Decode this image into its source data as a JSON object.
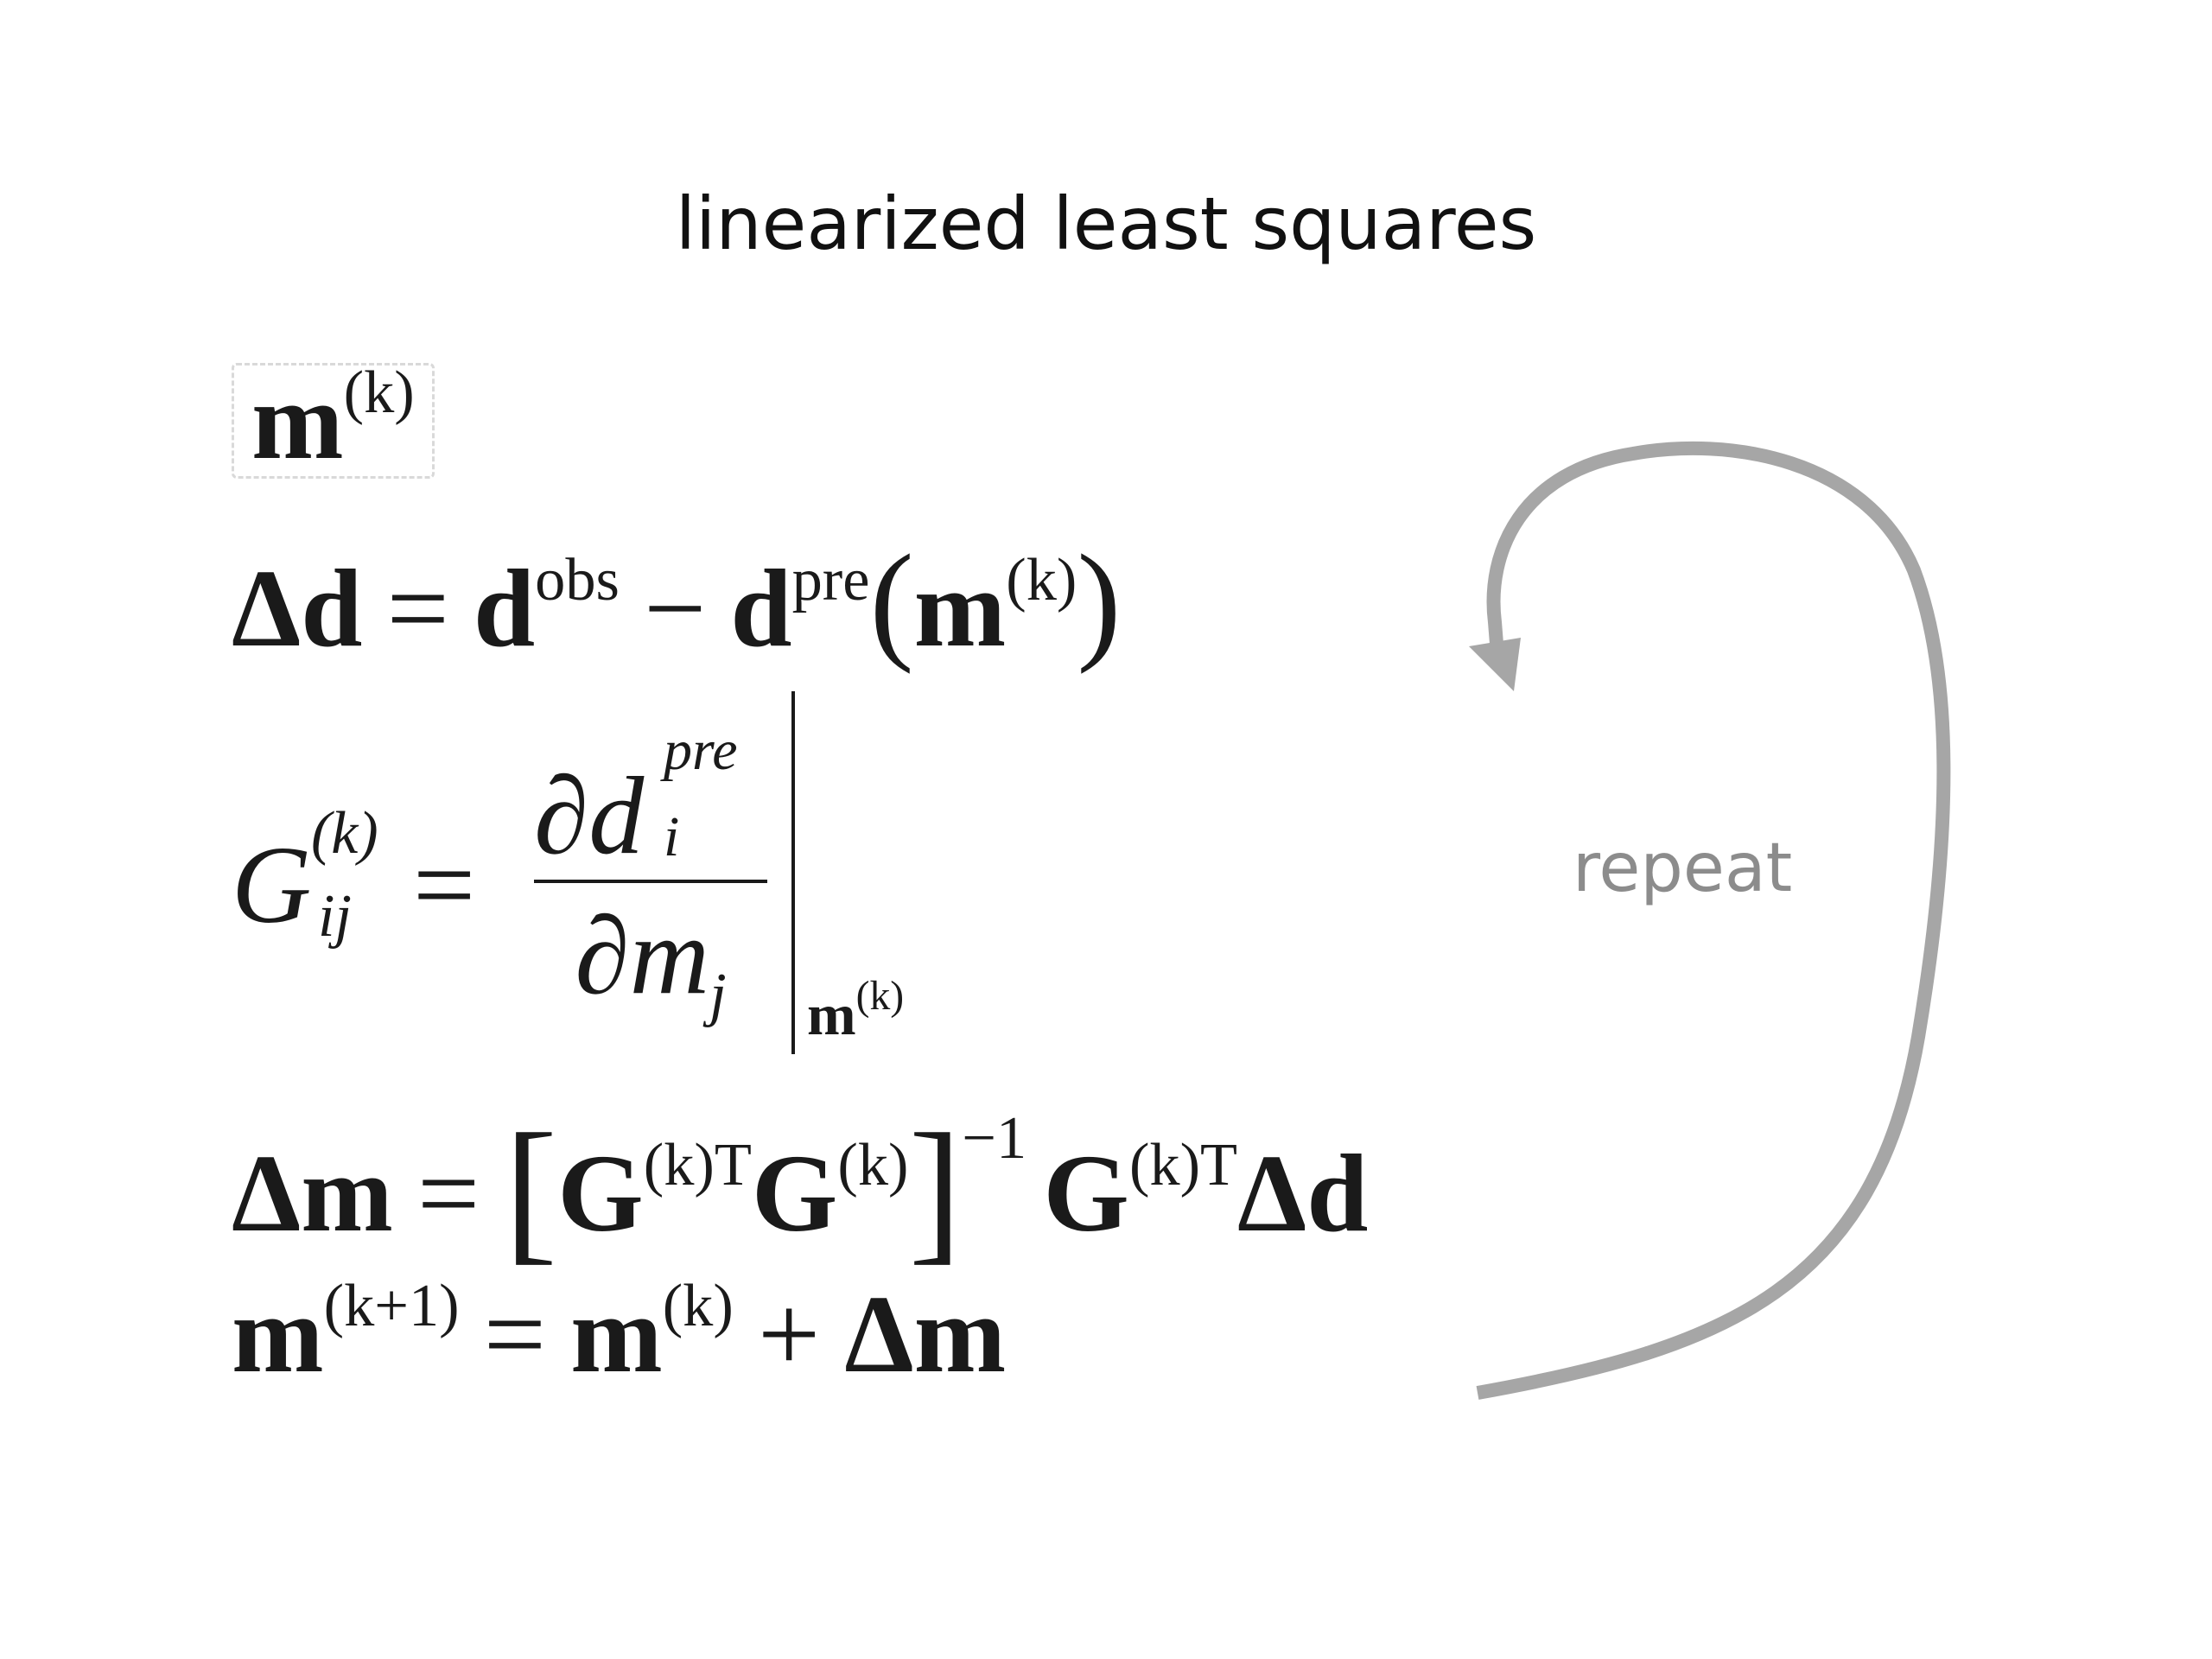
{
  "title": "linearized least squares",
  "annotation": {
    "label": "repeat",
    "color": "#a6a6a6"
  },
  "equations": {
    "initial_model": {
      "sym": "m",
      "sup": "(k)"
    },
    "data_residual": {
      "lhs": "Δd",
      "eq": "=",
      "d": "d",
      "obs": "obs",
      "minus": "−",
      "pre": "pre",
      "lparen": "(",
      "m": "m",
      "k": "(k)",
      "rparen": ")"
    },
    "jacobian": {
      "G": "G",
      "k": "(k)",
      "ij": "ij",
      "eq": "=",
      "num": "∂d",
      "num_sub": "i",
      "num_sup": "pre",
      "den": "∂m",
      "den_sub": "j",
      "eval_m": "m",
      "eval_k": "(k)"
    },
    "model_update": {
      "lhs": "Δm",
      "eq": "=",
      "lbr": "[",
      "G1": "G",
      "kT1": "(k)T",
      "G2": "G",
      "k2": "(k)",
      "rbr": "]",
      "inv": "−1",
      "G3": "G",
      "kT3": "(k)T",
      "dd": "Δd"
    },
    "iteration": {
      "m1": "m",
      "k1": "(k+1)",
      "eq": "=",
      "m2": "m",
      "k2": "(k)",
      "plus": "+",
      "dm": "Δm"
    }
  }
}
